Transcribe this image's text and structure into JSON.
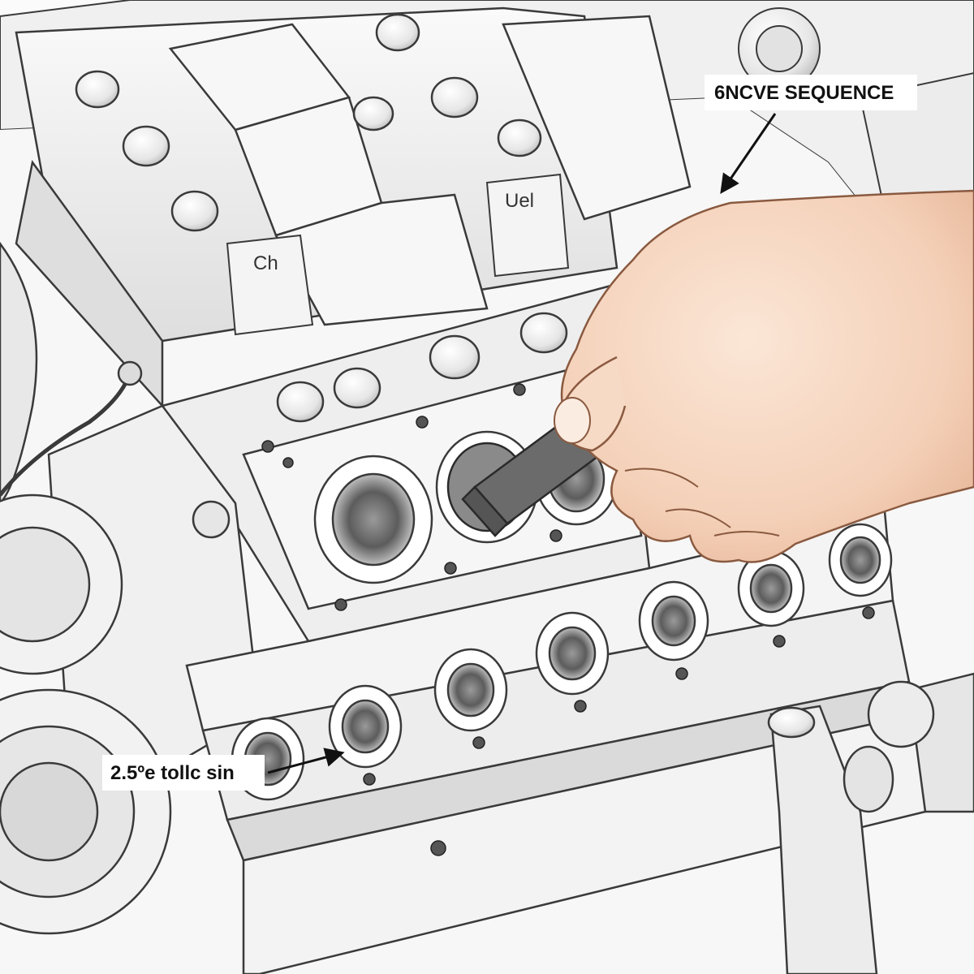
{
  "callouts": {
    "top": "6NCVE SEQUENCE",
    "bottom": "2.5ºe tollc sin"
  },
  "tags": {
    "left": "Ch",
    "right": "Uel"
  },
  "colors": {
    "line": "#3a3a3a",
    "metal": "#e9e9e9",
    "metal_light": "#f6f6f6",
    "metal_dark": "#cfcfcf",
    "skin": "#f7d9c4",
    "skin_shade": "#ecc2a6",
    "tool": "#6b6b6b"
  }
}
